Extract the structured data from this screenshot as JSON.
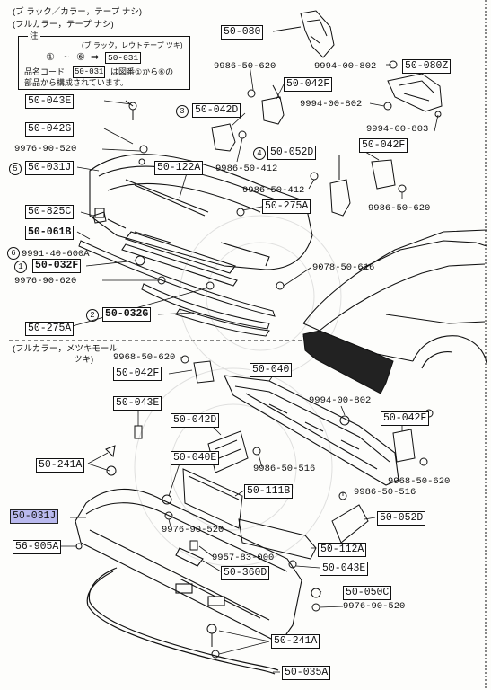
{
  "header": {
    "note_line1": "(ブ ラック／カラー，テープ ナシ)",
    "note_line2": "(フルカラー，テープ ナシ)"
  },
  "inset": {
    "title": "注",
    "sub": "(ブ ラック，レウトテープ ツキ)",
    "c1": "①",
    "c6": "⑥",
    "arrow": "⇒",
    "part": "50-031",
    "line2a": "品名コード",
    "line2b": "50-031",
    "line2c": "は図番①から⑥の",
    "line3": "部品から構成されています。"
  },
  "mid_note": {
    "line1": "(フルカラー，メツキモール",
    "line2": "ツキ)"
  },
  "labels": {
    "p50_080": "50-080",
    "p9986_50_620_a": "9986-50-620",
    "p9994_00_802_a": "9994-00-802",
    "p50_080z": "50-080Z",
    "p50_042f_a": "50-042F",
    "p50_043e_a": "50-043E",
    "p3_circ": "3",
    "p50_042d_a": "50-042D",
    "p9994_00_802_b": "9994-00-802",
    "p9994_00_803": "9994-00-803",
    "p50_042g": "50-042G",
    "p9976_90_520_a": "9976-90-520",
    "p4_circ": "4",
    "p50_052d_a": "50-052D",
    "p50_042f_b": "50-042F",
    "p5_circ": "5",
    "p50_031j_a": "50-031J",
    "p50_122a": "50-122A",
    "p9986_50_412_a": "9986-50-412",
    "p9986_50_412_b": "9986-50-412",
    "p50_825c": "50-825C",
    "p50_275a_a": "50-275A",
    "p9986_50_620_b": "9986-50-620",
    "p50_061b": "50-061B",
    "p6_circ": "6",
    "p9991_40_600a": "9991-40-600A",
    "p1_circ": "1",
    "p50_032f": "50-032F",
    "p9976_90_620": "9976-90-620",
    "p9078_50_616": "9078-50-616",
    "p2_circ": "2",
    "p50_032g": "50-032G",
    "p50_275a_b": "50-275A",
    "p9968_50_620_a": "9968-50-620",
    "p50_042f_c": "50-042F",
    "p50_040": "50-040",
    "p9994_00_802_c": "9994-00-802",
    "p50_043e_b": "50-043E",
    "p50_042d_b": "50-042D",
    "p50_042f_d": "50-042F",
    "p50_040e": "50-040E",
    "p9986_50_516_a": "9986-50-516",
    "p50_241a_a": "50-241A",
    "p9968_50_620_b": "9968-50-620",
    "p50_111b": "50-111B",
    "p9986_50_516_b": "9986-50-516",
    "p50_031j_b": "50-031J",
    "p50_052d_b": "50-052D",
    "p9976_90_520_b": "9976-90-520",
    "p56_905a": "56-905A",
    "p50_112a": "50-112A",
    "p9957_83_000": "9957-83-000",
    "p50_360d": "50-360D",
    "p50_043e_c": "50-043E",
    "p50_050c": "50-050C",
    "p9976_90_520_c": "9976-90-520",
    "p50_241a_b": "50-241A",
    "p50_035a": "50-035A"
  }
}
